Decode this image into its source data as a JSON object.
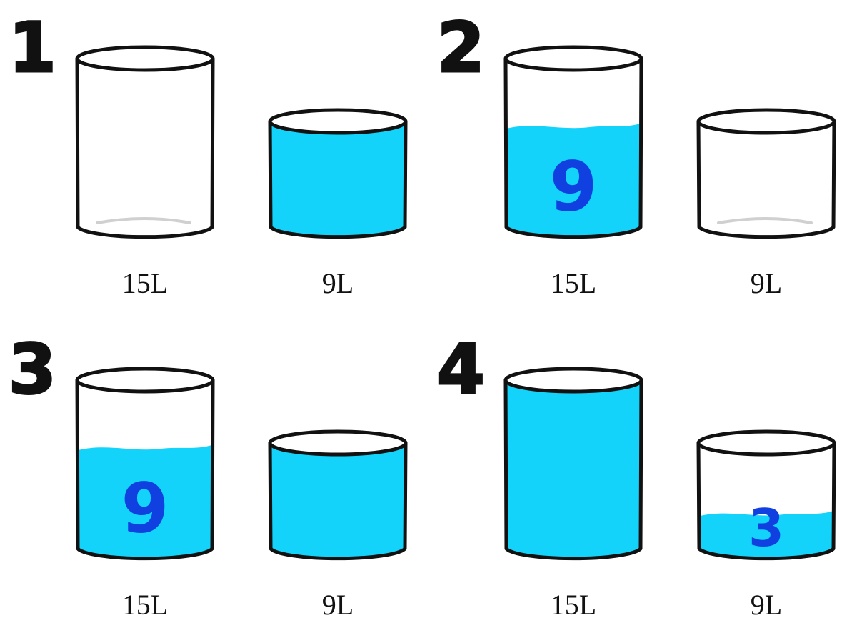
{
  "colors": {
    "outline": "#111111",
    "water": "#13d3fb",
    "digit": "#1040e0",
    "bottom_shadow": "#d0d0d0",
    "background": "#ffffff"
  },
  "panels": [
    {
      "step": "1",
      "jugs": [
        {
          "capacity_label": "15L",
          "capacity": 15,
          "content": 0,
          "fill_label": ""
        },
        {
          "capacity_label": "9L",
          "capacity": 9,
          "content": 9,
          "fill_label": ""
        }
      ]
    },
    {
      "step": "2",
      "jugs": [
        {
          "capacity_label": "15L",
          "capacity": 15,
          "content": 9,
          "fill_label": "9"
        },
        {
          "capacity_label": "9L",
          "capacity": 9,
          "content": 0,
          "fill_label": ""
        }
      ]
    },
    {
      "step": "3",
      "jugs": [
        {
          "capacity_label": "15L",
          "capacity": 15,
          "content": 9,
          "fill_label": "9"
        },
        {
          "capacity_label": "9L",
          "capacity": 9,
          "content": 9,
          "fill_label": ""
        }
      ]
    },
    {
      "step": "4",
      "jugs": [
        {
          "capacity_label": "15L",
          "capacity": 15,
          "content": 15,
          "fill_label": ""
        },
        {
          "capacity_label": "9L",
          "capacity": 9,
          "content": 3,
          "fill_label": "3"
        }
      ]
    }
  ]
}
